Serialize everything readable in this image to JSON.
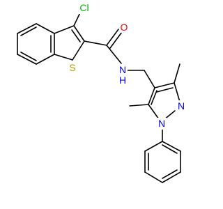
{
  "molecule": {
    "atoms": {
      "cl": {
        "text": "Cl",
        "color": "#00bb00"
      },
      "o": {
        "text": "O",
        "color": "#ff0000"
      },
      "s": {
        "text": "S",
        "color": "#b3a100"
      },
      "nh": {
        "text": "N",
        "color": "#0000ff"
      },
      "nh_h": {
        "text": "H",
        "color": "#0000ff"
      },
      "n_pyrazole_2": {
        "text": "N",
        "color": "#0000ff"
      },
      "n_pyrazole_1": {
        "text": "N",
        "color": "#0000ff"
      }
    },
    "bond_color": "#000000"
  }
}
